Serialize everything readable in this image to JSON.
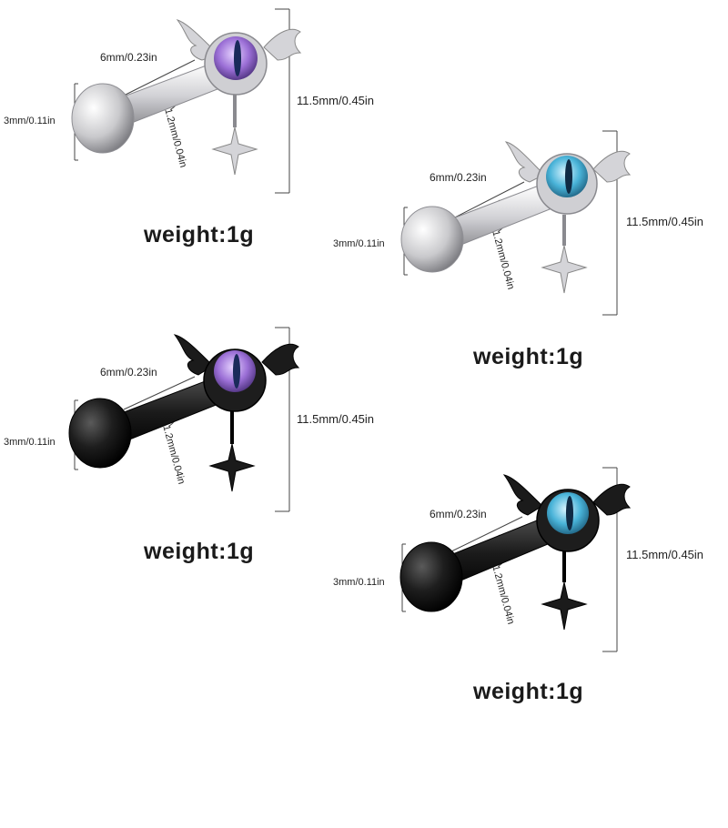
{
  "products": [
    {
      "finish": "silver",
      "eye_color": "#9b6fd6",
      "metal_color": "#c8c8cc",
      "labels": {
        "top": "6mm/0.23in",
        "ball": "3mm/0.11in",
        "bar": "1.2mm/0.04in",
        "height": "11.5mm/0.45in",
        "weight": "weight:1g"
      }
    },
    {
      "finish": "silver",
      "eye_color": "#49b3d8",
      "metal_color": "#c8c8cc",
      "labels": {
        "top": "6mm/0.23in",
        "ball": "3mm/0.11in",
        "bar": "1.2mm/0.04in",
        "height": "11.5mm/0.45in",
        "weight": "weight:1g"
      }
    },
    {
      "finish": "black",
      "eye_color": "#9b6fd6",
      "metal_color": "#1b1b1b",
      "labels": {
        "top": "6mm/0.23in",
        "ball": "3mm/0.11in",
        "bar": "1.2mm/0.04in",
        "height": "11.5mm/0.45in",
        "weight": "weight:1g"
      }
    },
    {
      "finish": "black",
      "eye_color": "#49b3d8",
      "metal_color": "#1b1b1b",
      "labels": {
        "top": "6mm/0.23in",
        "ball": "3mm/0.11in",
        "bar": "1.2mm/0.04in",
        "height": "11.5mm/0.45in",
        "weight": "weight:1g"
      }
    }
  ]
}
